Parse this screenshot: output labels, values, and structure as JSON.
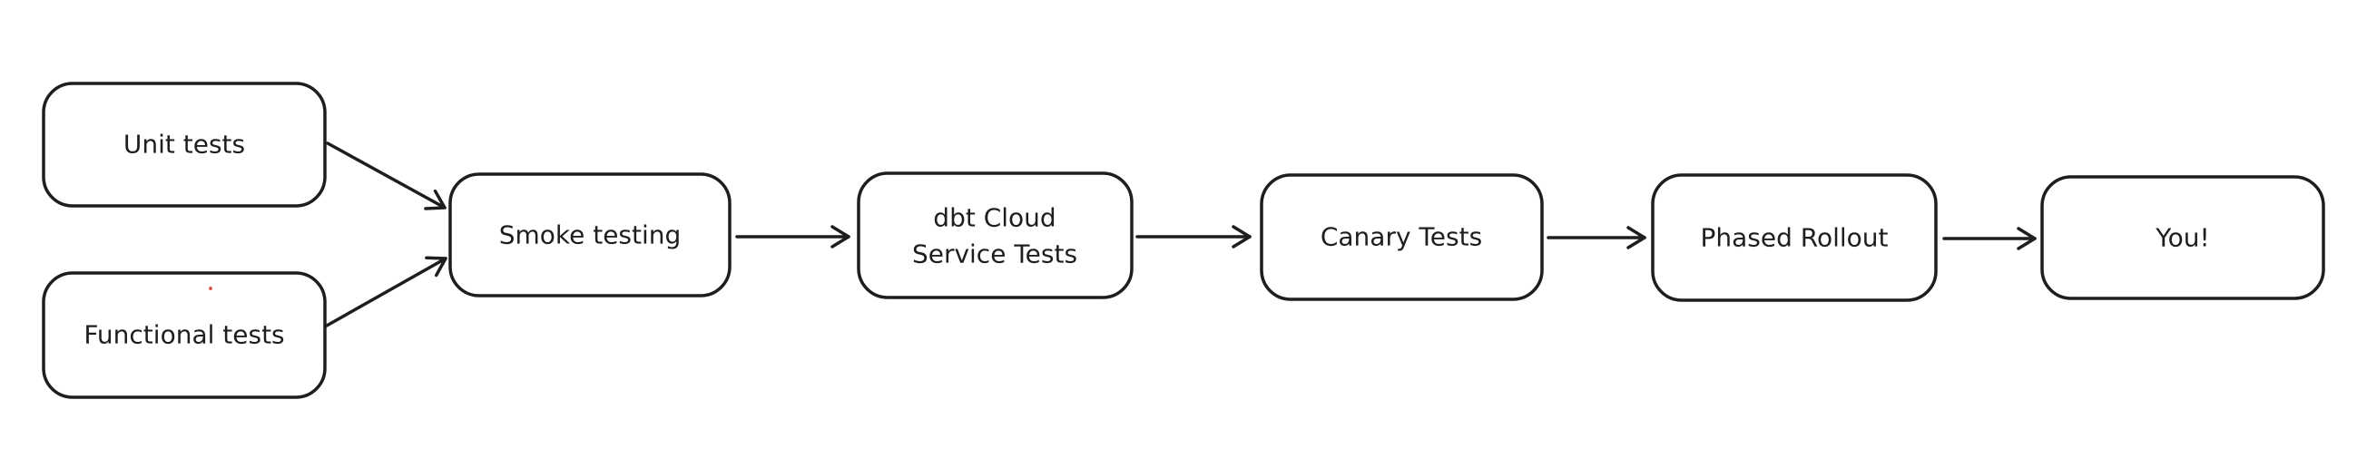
{
  "diagram": {
    "type": "flowchart",
    "style": "hand-drawn",
    "background_color": "#ffffff",
    "stroke_color": "#1e1e1e",
    "node_fill_color": "#ffffff",
    "artifact_dot_color": "#e05a4e",
    "nodes": [
      {
        "id": "unit-tests",
        "label": "Unit tests"
      },
      {
        "id": "functional-tests",
        "label": "Functional tests"
      },
      {
        "id": "smoke-testing",
        "label": "Smoke testing"
      },
      {
        "id": "dbt-cloud-service-tests",
        "label": "dbt Cloud Service Tests",
        "lines": [
          "dbt Cloud",
          "Service Tests"
        ]
      },
      {
        "id": "canary-tests",
        "label": "Canary Tests"
      },
      {
        "id": "phased-rollout",
        "label": "Phased Rollout"
      },
      {
        "id": "you",
        "label": "You!"
      }
    ],
    "connections": [
      {
        "from": "unit-tests",
        "to": "smoke-testing"
      },
      {
        "from": "functional-tests",
        "to": "smoke-testing"
      },
      {
        "from": "smoke-testing",
        "to": "dbt-cloud-service-tests"
      },
      {
        "from": "dbt-cloud-service-tests",
        "to": "canary-tests"
      },
      {
        "from": "canary-tests",
        "to": "phased-rollout"
      },
      {
        "from": "phased-rollout",
        "to": "you"
      }
    ]
  }
}
